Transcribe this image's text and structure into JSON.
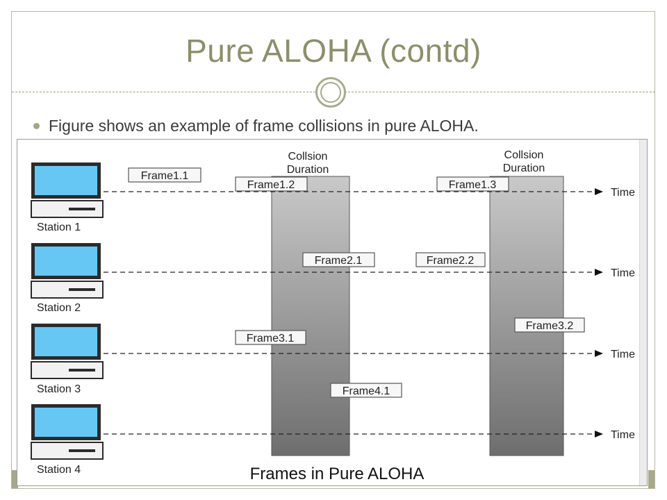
{
  "slide": {
    "title": "Pure ALOHA (contd)",
    "bullet": "Figure shows an example of frame collisions in pure ALOHA."
  },
  "diagram": {
    "title": "Frames in Pure ALOHA",
    "collision_label_line1": "Collsion",
    "collision_label_line2": "Duration",
    "axis_label": "Time",
    "stations": [
      "Station 1",
      "Station 2",
      "Station 3",
      "Station 4"
    ],
    "frames": [
      "Frame1.1",
      "Frame1.2",
      "Frame1.3",
      "Frame2.1",
      "Frame2.2",
      "Frame3.1",
      "Frame3.2",
      "Frame4.1"
    ]
  },
  "colors": {
    "title_color": "#8c8f6a",
    "monitor_screen": "#66c7f5",
    "collision_bar_dark": "#6e6e6e",
    "collision_bar_light": "#c9c9c9"
  }
}
